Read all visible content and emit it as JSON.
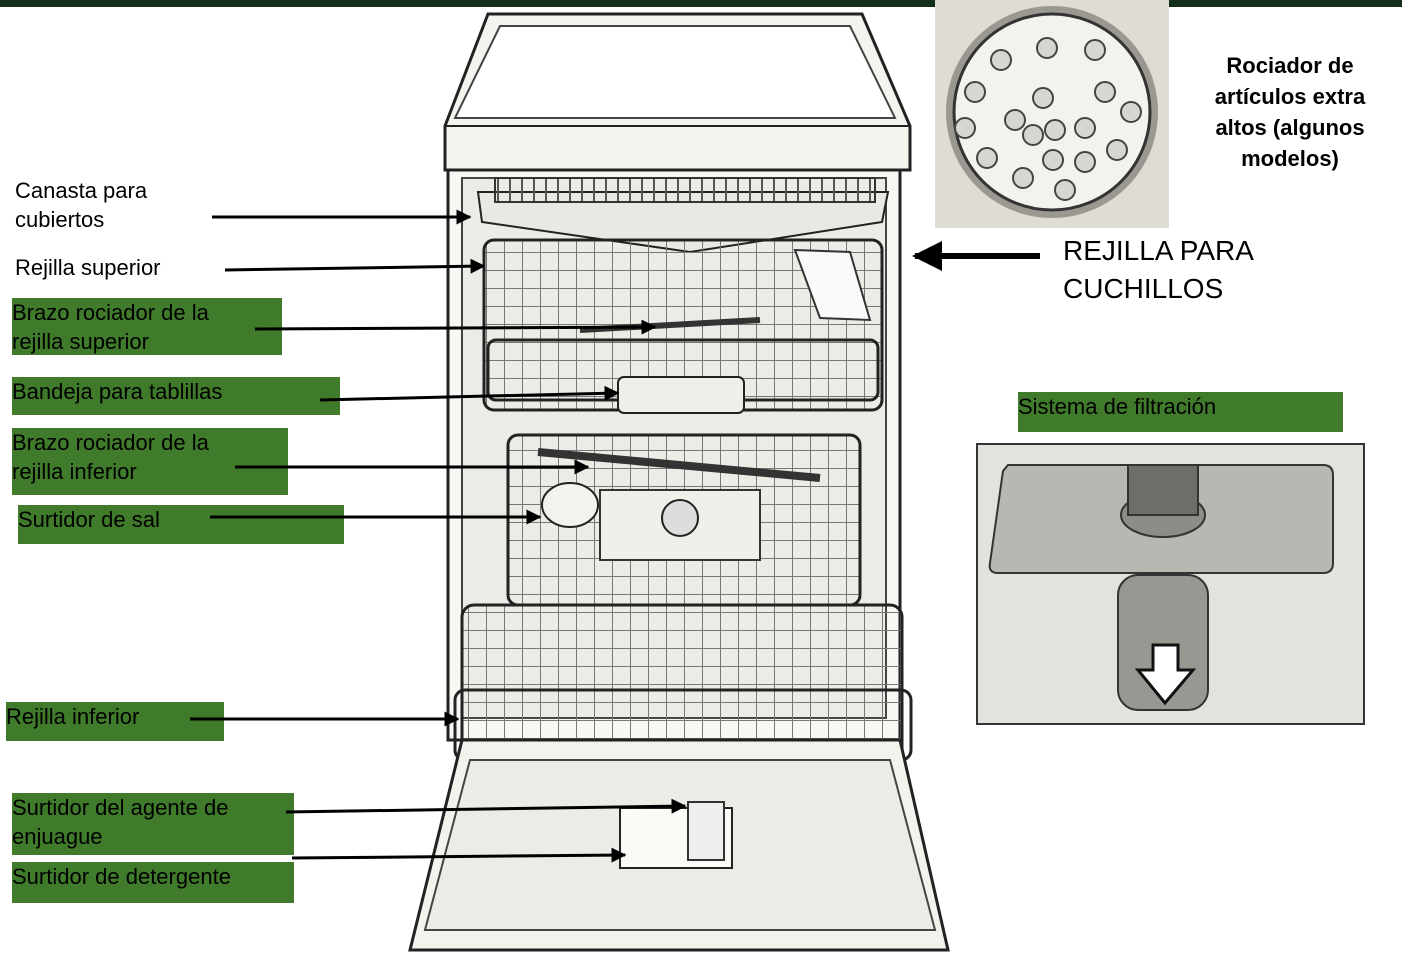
{
  "labels": {
    "canasta": "Canasta para\ncubiertos",
    "rejilla_superior": "Rejilla superior",
    "brazo_superior": "Brazo rociador de la\nrejilla superior",
    "bandeja": "Bandeja para tablillas",
    "brazo_inferior": "Brazo rociador de la\nrejilla inferior",
    "surtidor_sal": "Surtidor de sal",
    "rejilla_inferior": "Rejilla inferior",
    "agente_enjuague": "Surtidor del agente de\nenjuague",
    "detergente": "Surtidor de detergente",
    "rejilla_cuchillos": "REJILLA PARA\nCUCHILLOS",
    "sistema_filtracion": "Sistema de filtración",
    "rociador_articulos": "Rociador de\nartículos extra\naltos (algunos\nmodelos)"
  },
  "colors": {
    "highlight": "#3f7b2a",
    "top_bar": "#14301c",
    "arrow": "#000000"
  }
}
